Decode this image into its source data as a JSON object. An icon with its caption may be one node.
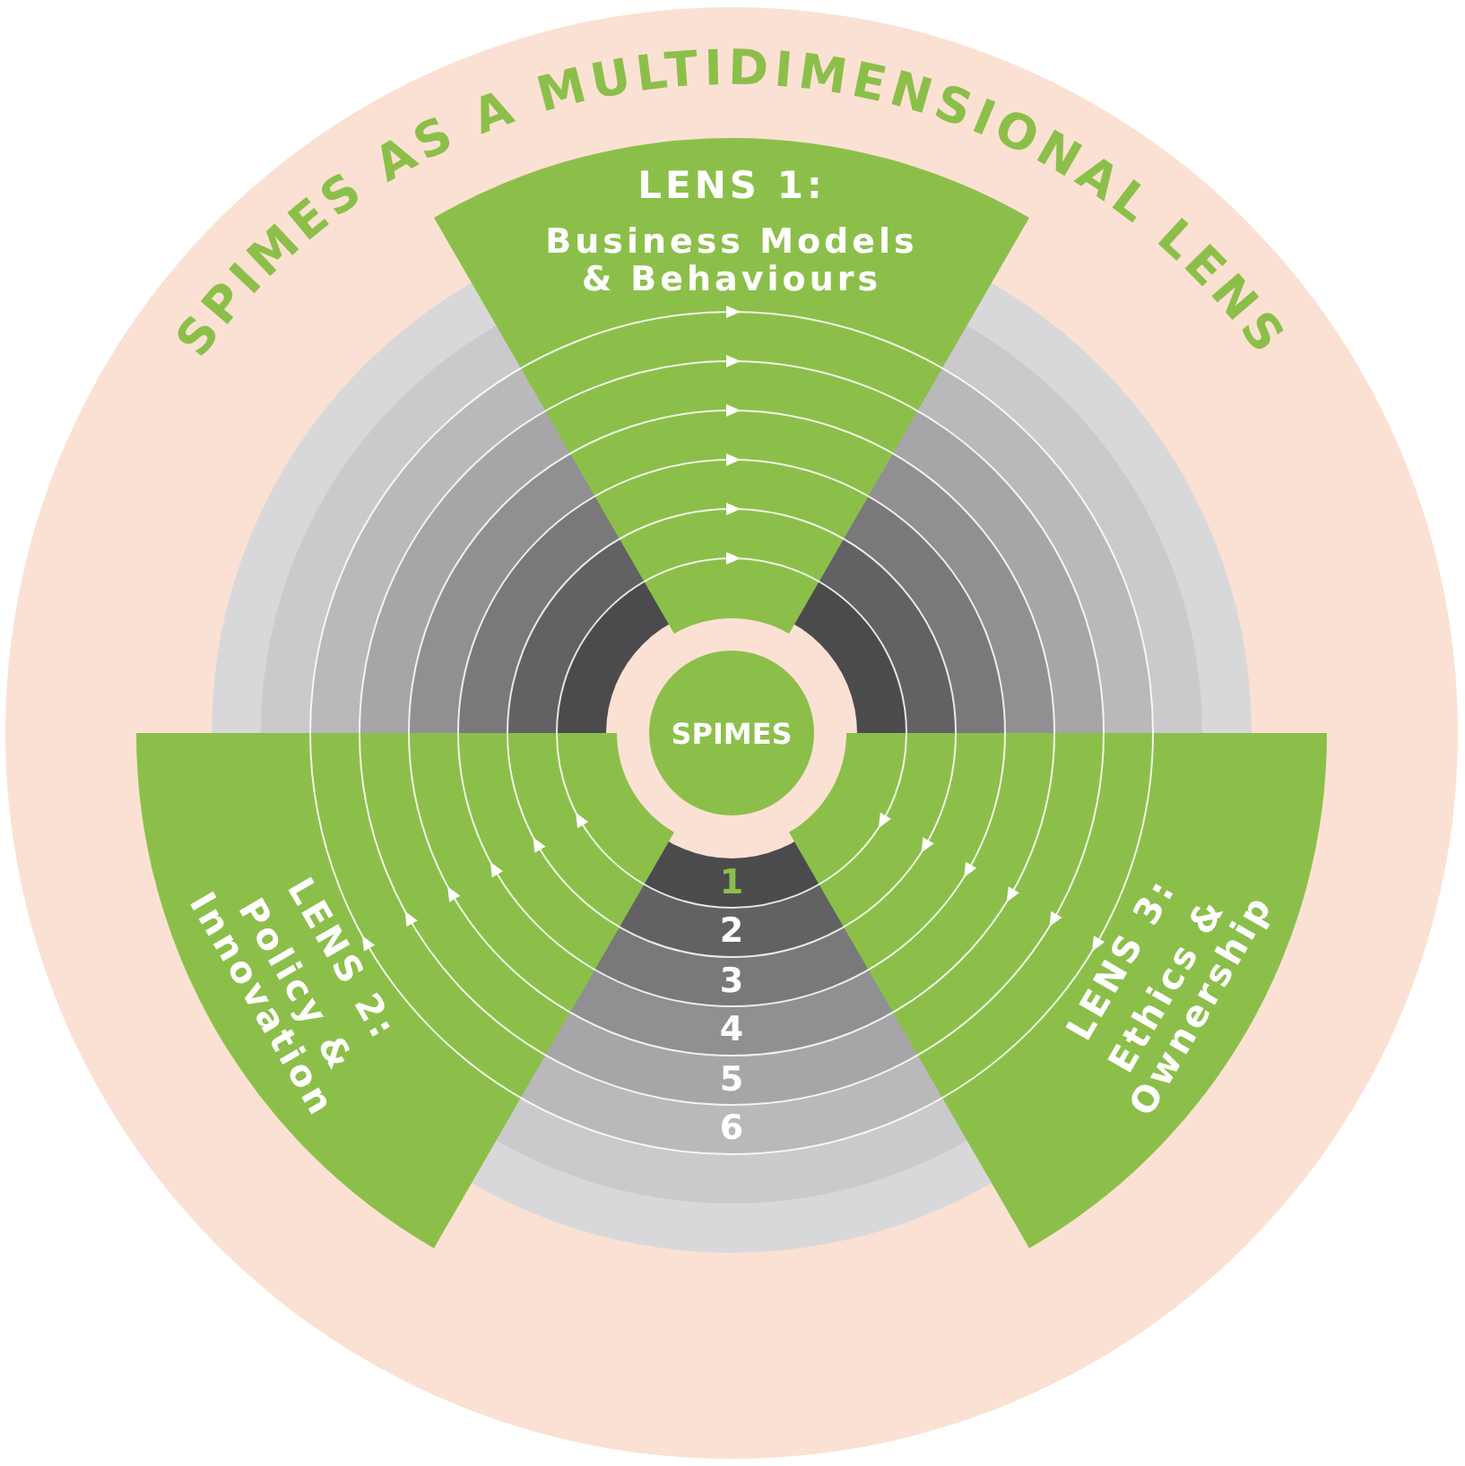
{
  "diagram": {
    "title": "SPIMES AS A MULTIDIMENSIONAL LENS",
    "nodes": [
      {
        "text": [
          "SPIMES"
        ]
      },
      {
        "text": [
          "LENS 1:",
          "Business Models & Behaviours"
        ]
      },
      {
        "text": [
          "LENS 2:",
          "Policy & Innovation"
        ]
      },
      {
        "text": [
          "LENS 3:",
          "Ethics & Ownership"
        ]
      }
    ],
    "labels": [
      "1",
      "2",
      "3",
      "4",
      "5",
      "6"
    ]
  }
}
